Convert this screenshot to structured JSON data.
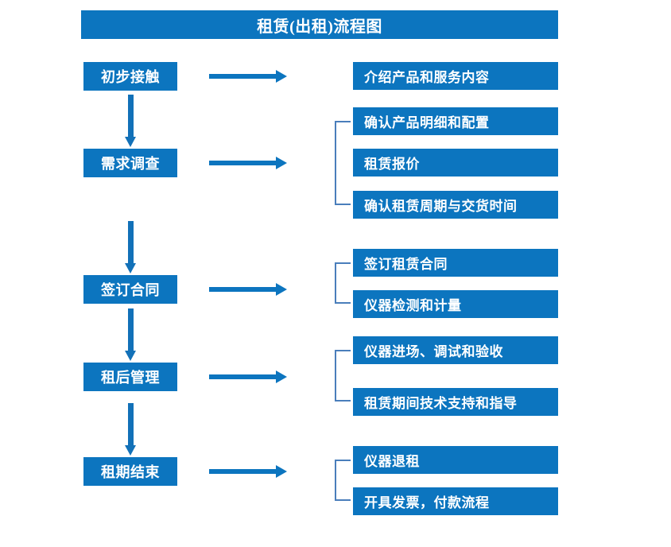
{
  "title": {
    "label": "租赁(出租)流程图"
  },
  "colors": {
    "box_blue": "#0c75bf",
    "arrow_blue": "#1271b8",
    "bracket_blue": "#4a7ebb",
    "text_white": "#ffffff",
    "background": "#ffffff"
  },
  "stages": [
    {
      "label": "初步接触"
    },
    {
      "label": "需求调查"
    },
    {
      "label": "签订合同"
    },
    {
      "label": "租后管理"
    },
    {
      "label": "租期结束"
    }
  ],
  "details": [
    {
      "label": "介绍产品和服务内容"
    },
    {
      "label": "确认产品明细和配置"
    },
    {
      "label": "租赁报价"
    },
    {
      "label": "确认租赁周期与交货时间"
    },
    {
      "label": "签订租赁合同"
    },
    {
      "label": "仪器检测和计量"
    },
    {
      "label": "仪器进场、调试和验收"
    },
    {
      "label": "租赁期间技术支持和指导"
    },
    {
      "label": "仪器退租"
    },
    {
      "label": "开具发票，付款流程"
    }
  ],
  "connectors": {
    "horizontal_count": 5,
    "vertical_count": 4,
    "bracket_count": 4
  }
}
